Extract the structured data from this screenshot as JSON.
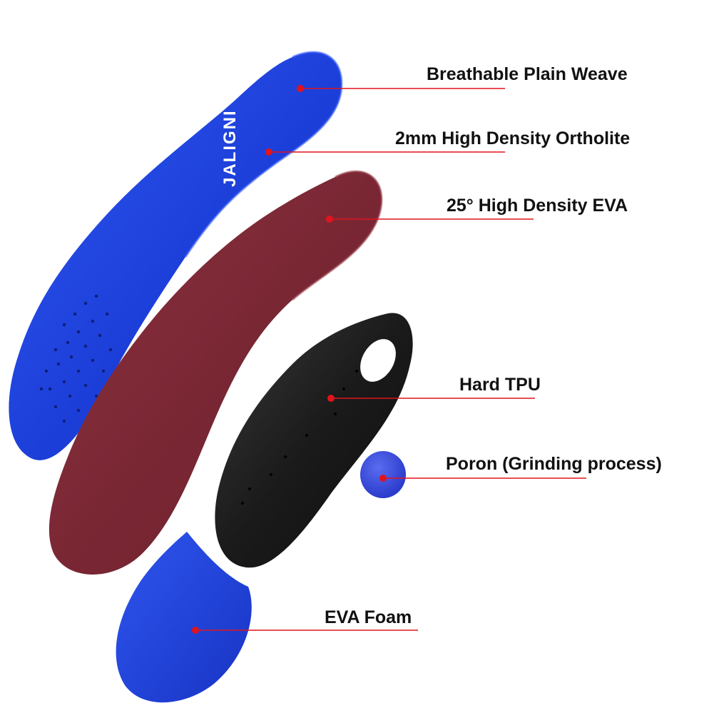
{
  "image": {
    "background": "#ffffff",
    "leader_color": "#e0141c",
    "dot_color": "#e0141c"
  },
  "brand_print": "JALIGNI",
  "layers": [
    {
      "name": "Breathable Plain Weave",
      "color": "#1e3fd8"
    },
    {
      "name": "2mm High Density Ortholite",
      "color": "#1e3fd8"
    },
    {
      "name": "25° High Density EVA",
      "color": "#7e2a36"
    },
    {
      "name": "Hard TPU",
      "color": "#1c1c1c"
    },
    {
      "name": "Poron (Grinding process)",
      "color": "#3146e0"
    },
    {
      "name": "EVA Foam",
      "color": "#1e3fd8"
    }
  ]
}
